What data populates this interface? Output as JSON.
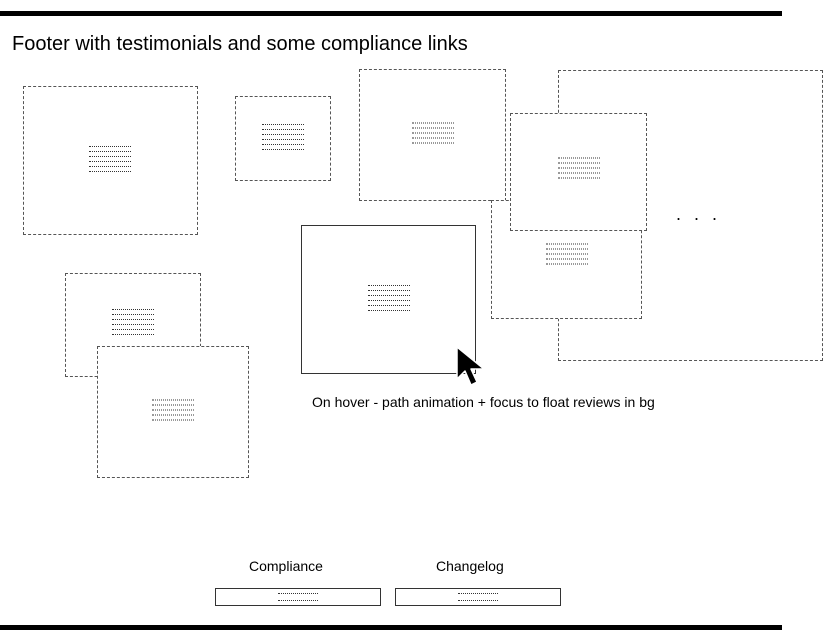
{
  "header": {
    "title": "Footer with testimonials and some compliance links"
  },
  "annotation": {
    "ellipsis": ". . .",
    "hover_note": "On hover - path animation + focus to float reviews in bg"
  },
  "footer": {
    "links": [
      {
        "label": "Compliance"
      },
      {
        "label": "Changelog"
      }
    ]
  },
  "icons": {
    "pointer": "mouse-pointer-icon"
  }
}
